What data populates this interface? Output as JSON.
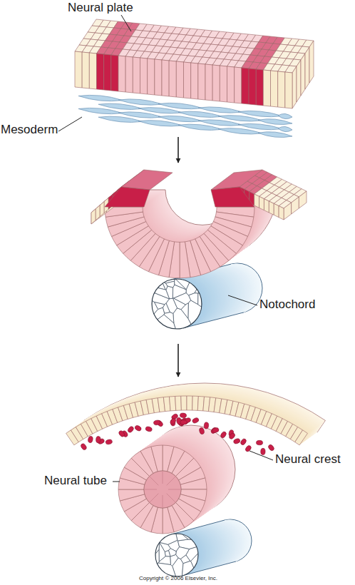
{
  "diagram": {
    "labels": [
      "Neural plate",
      "Mesoderm",
      "Notochord",
      "Neural crest",
      "Neural tube",
      "Copyright © 2006 Elsevier, Inc."
    ]
  }
}
